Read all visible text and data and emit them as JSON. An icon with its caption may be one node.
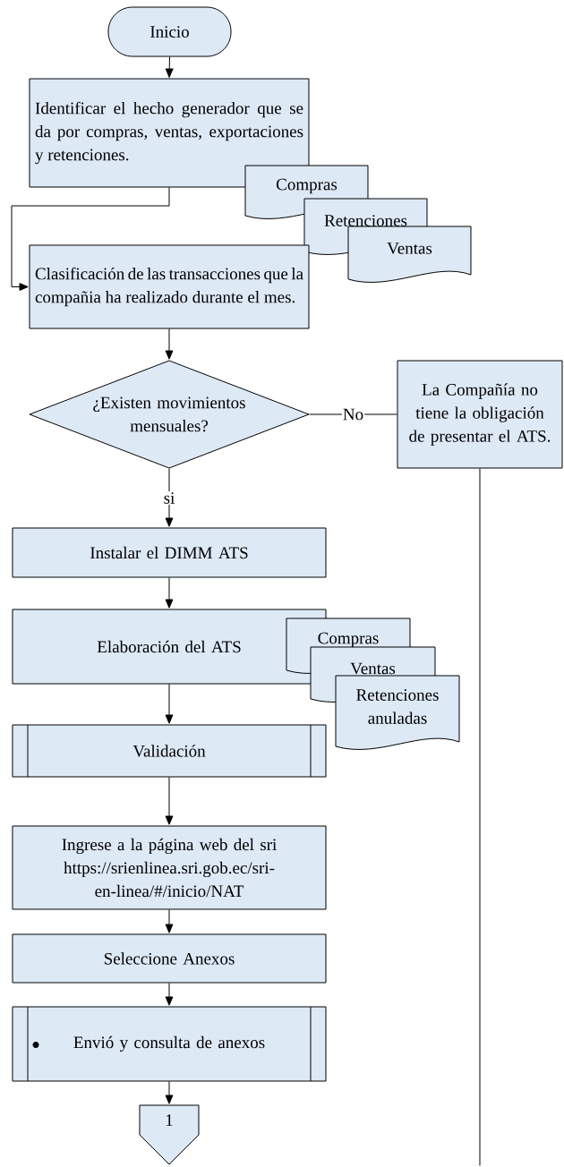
{
  "diagram": {
    "nodes": [
      {
        "text": [
          "Inicio"
        ]
      },
      {
        "text": [
          "Identificar el hecho generador que se da por compras, ventas, exportaciones y retenciones."
        ]
      },
      {
        "text": [
          "Compras"
        ]
      },
      {
        "text": [
          "Retenciones"
        ]
      },
      {
        "text": [
          "Ventas"
        ]
      },
      {
        "text": [
          "Clasificación de las transacciones que la compañia ha realizado durante el mes."
        ]
      },
      {
        "text": [
          "¿Existen movimientos mensuales?"
        ]
      },
      {
        "text": [
          "La Compañía no tiene la obligación de presentar el ATS."
        ]
      },
      {
        "text": [
          "Instalar el DIMM ATS"
        ]
      },
      {
        "text": [
          "Elaboración del ATS"
        ]
      },
      {
        "text": [
          "Compras"
        ]
      },
      {
        "text": [
          "Ventas"
        ]
      },
      {
        "text": [
          "Retenciones anuladas"
        ]
      },
      {
        "text": [
          "Validación"
        ]
      },
      {
        "text": [
          "Ingrese a la página web del sri https://srienlinea.sri.gob.ec/sri-en-linea/#/inicio/NAT"
        ]
      },
      {
        "text": [
          "Seleccione Anexos"
        ]
      },
      {
        "text": [
          "Envió y consulta de anexos"
        ]
      },
      {
        "text": [
          "1"
        ]
      }
    ],
    "edges": [
      {
        "from": 0,
        "to": 1,
        "arrow": "to"
      },
      {
        "from": 1,
        "to": 5,
        "arrow": "to"
      },
      {
        "from": 5,
        "to": 6,
        "arrow": "to"
      },
      {
        "from": 6,
        "to": 7,
        "arrow": "none",
        "label": "No"
      },
      {
        "from": 6,
        "to": 8,
        "arrow": "to",
        "label": "si"
      },
      {
        "from": 8,
        "to": 9,
        "arrow": "to"
      },
      {
        "from": 9,
        "to": 13,
        "arrow": "to"
      },
      {
        "from": 13,
        "to": 14,
        "arrow": "to"
      },
      {
        "from": 14,
        "to": 15,
        "arrow": "to"
      },
      {
        "from": 15,
        "to": 16,
        "arrow": "to"
      },
      {
        "from": 16,
        "to": 17,
        "arrow": "to"
      },
      {
        "from": 7,
        "to": null,
        "arrow": "none"
      }
    ]
  }
}
